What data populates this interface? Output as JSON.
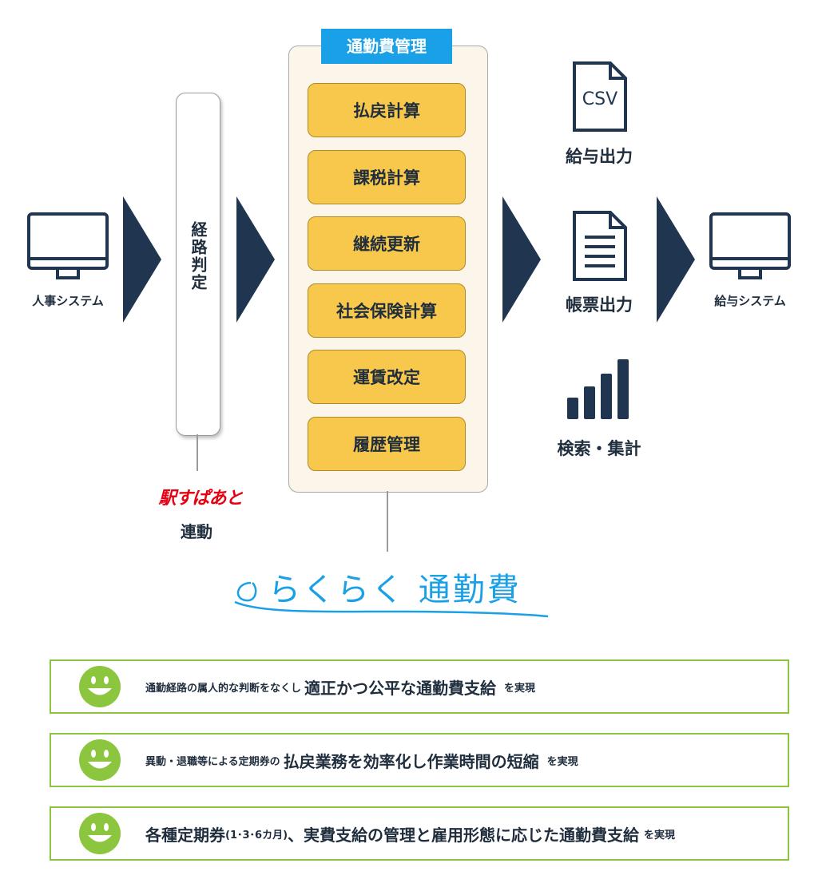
{
  "left_system": {
    "label": "人事システム",
    "icon": "monitor-icon"
  },
  "route": {
    "label": "経路判定",
    "partner_logo": "駅すぱあと",
    "partner_label": "連動"
  },
  "panel": {
    "title": "通勤費管理",
    "functions": [
      "払戻計算",
      "課税計算",
      "継続更新",
      "社会保険計算",
      "運賃改定",
      "履歴管理"
    ]
  },
  "outputs": {
    "csv_icon_text": "CSV",
    "csv_label": "給与出力",
    "report_label": "帳票出力",
    "search_label": "検索・集計"
  },
  "right_system": {
    "label": "給与システム",
    "icon": "monitor-icon"
  },
  "brand": {
    "name": "らくらく 通勤費",
    "color": "#1aa0e6"
  },
  "benefits": [
    {
      "small": "通勤経路の属人的な判断をなくし",
      "big": "適正かつ公平な通勤費支給",
      "suffix": "を実現"
    },
    {
      "small": "異動・退職等による定期券の",
      "big": "払戻業務を効率化し作業時間の短縮",
      "suffix": "を実現"
    },
    {
      "big_a": "各種定期券",
      "small_mid": "(1･3･6カ月)",
      "big_b": "、実費支給の管理と雇用形態に応じた通勤費支給",
      "suffix": "を実現"
    }
  ],
  "colors": {
    "navy": "#1f3550",
    "accent_blue": "#1aa0e6",
    "yellow": "#f7c84b",
    "green": "#8cc63f"
  }
}
